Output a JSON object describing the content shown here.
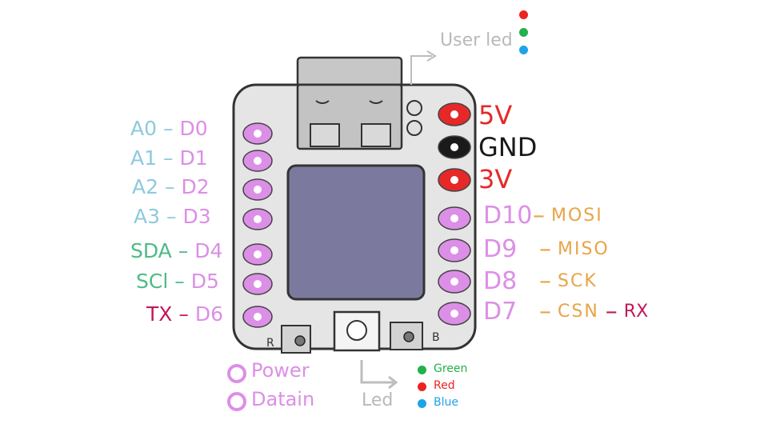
{
  "colors": {
    "analog": "#8ec9df",
    "digital": "#dc8fe6",
    "i2c": "#4dbb85",
    "uart_tx": "#c2185b",
    "spi": "#e8a445",
    "power_5v": "#e62828",
    "ground": "#1a1a1a",
    "power_3v": "#e62828",
    "board": "#e5e5e5",
    "board_edge": "#333333",
    "screen": "#7b7a9e",
    "annotation": "#b9b9b9",
    "led_red": "#ee2222",
    "led_green": "#22b14c",
    "led_blue": "#1fa3e8"
  },
  "left_pins": [
    {
      "alt": "A0",
      "pin": "D0",
      "alt_color": "analog"
    },
    {
      "alt": "A1",
      "pin": "D1",
      "alt_color": "analog"
    },
    {
      "alt": "A2",
      "pin": "D2",
      "alt_color": "analog"
    },
    {
      "alt": "A3",
      "pin": "D3",
      "alt_color": "analog"
    },
    {
      "alt": "SDA",
      "pin": "D4",
      "alt_color": "i2c"
    },
    {
      "alt": "SCl",
      "pin": "D5",
      "alt_color": "i2c"
    },
    {
      "alt": "TX",
      "pin": "D6",
      "alt_color": "uart_tx"
    }
  ],
  "right_power": [
    {
      "label": "5V",
      "color": "power_5v"
    },
    {
      "label": "GND",
      "color": "ground"
    },
    {
      "label": "3V",
      "color": "power_3v"
    }
  ],
  "right_pins": [
    {
      "pin": "D10",
      "func": "MOSI"
    },
    {
      "pin": "D9",
      "func": "MISO"
    },
    {
      "pin": "D8",
      "func": "SCK"
    },
    {
      "pin": "D7",
      "func": "CSN",
      "extra": "RX"
    }
  ],
  "user_led": {
    "label": "User led",
    "dots": [
      "led_red",
      "led_green",
      "led_blue"
    ]
  },
  "buttons": {
    "left": "R",
    "right": "B"
  },
  "legend": [
    {
      "label": "Power"
    },
    {
      "label": "Datain"
    }
  ],
  "led_legend": {
    "title": "Led",
    "items": [
      {
        "label": "Green",
        "color": "led_green"
      },
      {
        "label": "Red",
        "color": "led_red"
      },
      {
        "label": "Blue",
        "color": "led_blue"
      }
    ]
  }
}
